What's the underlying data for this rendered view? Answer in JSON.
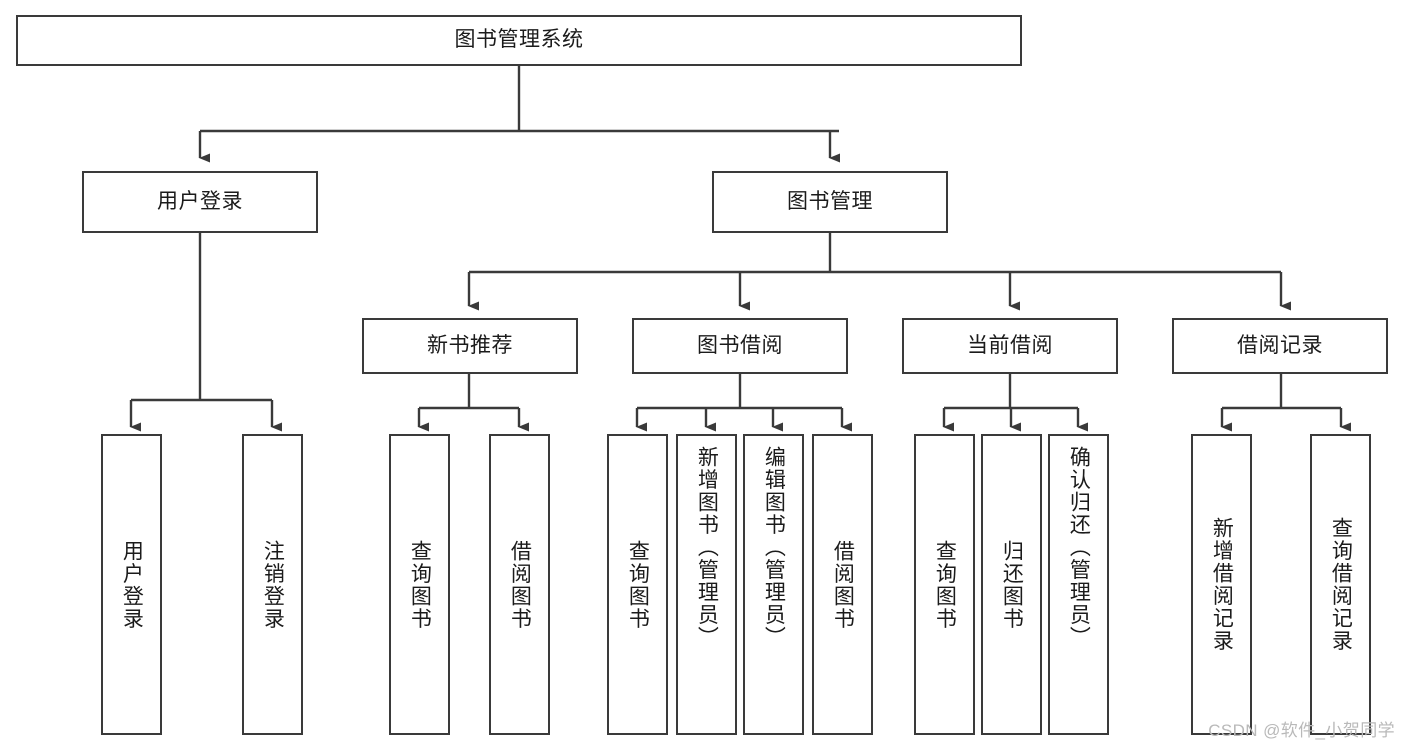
{
  "diagram": {
    "title": "图书管理系统",
    "type": "hierarchy-tree",
    "watermark": "CSDN @软件_小贺同学",
    "colors": {
      "box_border": "#3a3a3a",
      "connector": "#3a3a3a",
      "text": "#1b1b1b",
      "background": "#ffffff",
      "watermark": "#b9b9b9"
    },
    "root": {
      "label": "图书管理系统"
    },
    "level2": [
      {
        "label": "用户登录"
      },
      {
        "label": "图书管理"
      }
    ],
    "level3": [
      {
        "label": "新书推荐"
      },
      {
        "label": "图书借阅"
      },
      {
        "label": "当前借阅"
      },
      {
        "label": "借阅记录"
      }
    ],
    "leaves": {
      "user_login": [
        {
          "label": "用户登录"
        },
        {
          "label": "注销登录"
        }
      ],
      "new_book_recommend": [
        {
          "label": "查询图书"
        },
        {
          "label": "借阅图书"
        }
      ],
      "book_borrow": [
        {
          "label": "查询图书"
        },
        {
          "label": "新增图书（管理员）"
        },
        {
          "label": "编辑图书（管理员）"
        },
        {
          "label": "借阅图书"
        }
      ],
      "current_borrow": [
        {
          "label": "查询图书"
        },
        {
          "label": "归还图书"
        },
        {
          "label": "确认归还（管理员）"
        }
      ],
      "borrow_record": [
        {
          "label": "新增借阅记录"
        },
        {
          "label": "查询借阅记录"
        }
      ]
    }
  }
}
